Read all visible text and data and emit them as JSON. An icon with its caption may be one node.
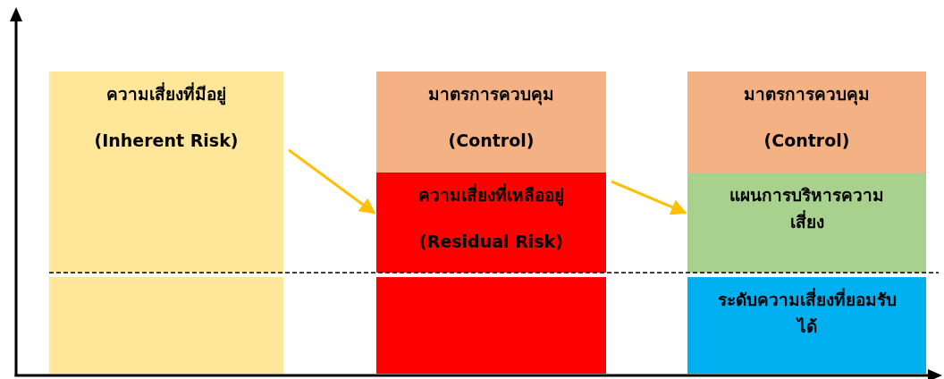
{
  "diagram": {
    "nodes": [
      {
        "text": [
          "ความเสี่ยงที่มีอยู่",
          "(Inherent Risk)"
        ]
      },
      {
        "text": [],
        "shape": "box"
      },
      {
        "text": [
          "มาตรการควบคุม",
          "(Control)"
        ]
      },
      {
        "text": [
          "ความเสี่ยงที่เหลืออยู่",
          "(Residual Risk)"
        ]
      },
      {
        "text": [],
        "shape": "box"
      },
      {
        "text": [
          "มาตรการควบคุม",
          "(Control)"
        ]
      },
      {
        "text": [
          "แผนการบริหารความเสี่ยง"
        ]
      },
      {
        "text": [
          "ระดับความเสี่ยงที่ยอมรับได้"
        ]
      }
    ],
    "edges": [
      {
        "from": 0,
        "to": 3,
        "arrow": "to",
        "color": "#ffc000"
      },
      {
        "from": 3,
        "to": 6,
        "arrow": "to",
        "color": "#ffc000"
      }
    ]
  }
}
